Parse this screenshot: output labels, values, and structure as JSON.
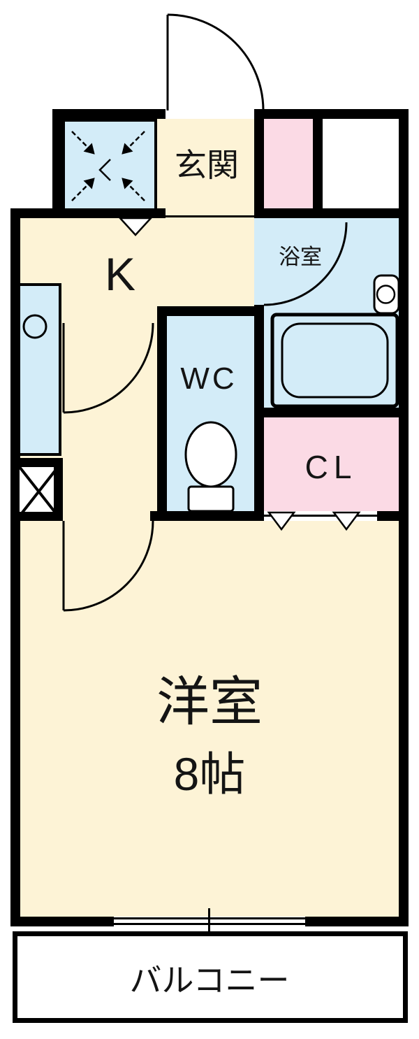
{
  "palette": {
    "wall": "#000000",
    "cream": "#fdf3d6",
    "blue": "#d3ecf8",
    "pink": "#fbdae5",
    "background": "#ffffff"
  },
  "rooms": {
    "entrance": {
      "label": "玄関"
    },
    "kitchen": {
      "label": "K"
    },
    "bathroom": {
      "label": "浴室"
    },
    "toilet": {
      "label": "WC"
    },
    "closet": {
      "label": "CL"
    },
    "western_room": {
      "label": "洋室",
      "size": "8帖"
    },
    "balcony": {
      "label": "バルコニー"
    }
  },
  "icons": {
    "pipe_space": "x-cross-box",
    "laundry_space": "corner-arrows-box",
    "bathtub": "rounded-tub",
    "washbasin": "basin-with-circle",
    "toilet": "bowl-and-tank",
    "kitchen_sink": "circle-on-counter",
    "doors": "quarter-circle-swing-arcs",
    "window": "double-line-bottom-wall"
  }
}
